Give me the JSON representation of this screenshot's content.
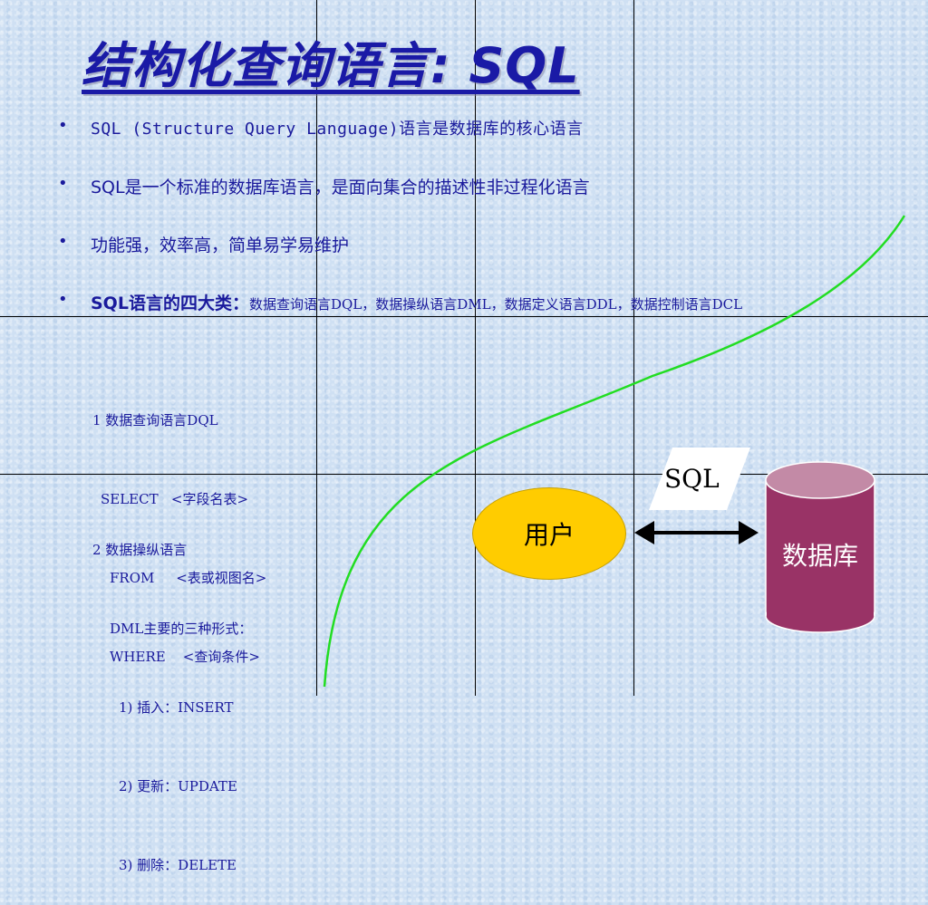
{
  "title": "结构化查询语言: SQL",
  "bullets": [
    {
      "text": "SQL (Structure Query Language)语言是数据库的核心语言"
    },
    {
      "text": "SQL是一个标准的数据库语言，是面向集合的描述性非过程化语言"
    },
    {
      "text": "功能强，效率高，简单易学易维护"
    },
    {
      "lead": "SQL语言的四大类：",
      "rest": "数据查询语言DQL，数据操纵语言DML，数据定义语言DDL，数据控制语言DCL"
    }
  ],
  "dql": {
    "heading": "1 数据查询语言DQL",
    "lines": [
      "SELECT   <字段名表>",
      "FROM     <表或视图名>",
      "WHERE    <查询条件>"
    ]
  },
  "dml": {
    "heading": "2 数据操纵语言",
    "intro": "DML主要的三种形式：",
    "items": [
      "1) 插入：INSERT",
      "2) 更新：UPDATE",
      "3) 删除：DELETE"
    ]
  },
  "diagram": {
    "user_label": "用户",
    "sql_label": "SQL",
    "db_label": "数据库",
    "colors": {
      "user_fill": "#ffcc00",
      "db_body": "#993366",
      "db_top": "#c38aa6",
      "curve": "#22dd22",
      "text_blue": "#1a1a9c"
    }
  }
}
